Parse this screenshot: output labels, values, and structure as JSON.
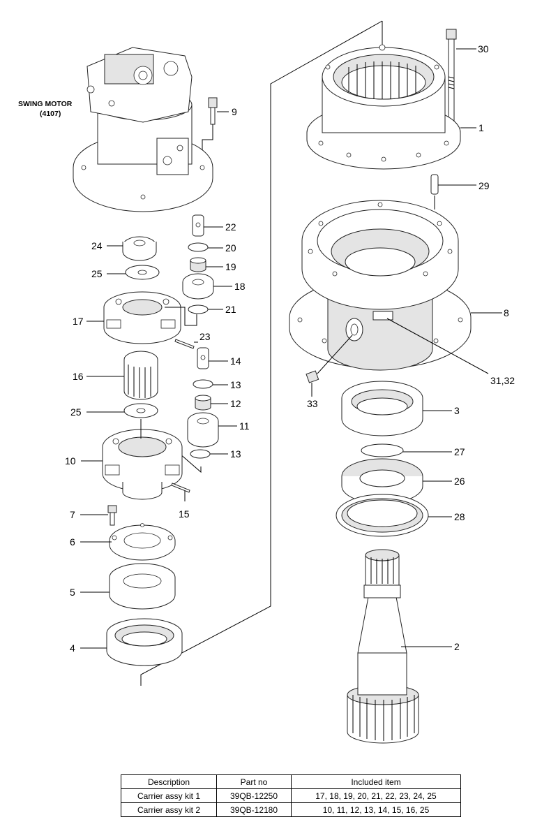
{
  "motor": {
    "caption_line1": "SWING MOTOR",
    "caption_line2": "(4107)"
  },
  "callouts": {
    "p1": "1",
    "p2": "2",
    "p3": "3",
    "p4": "4",
    "p5": "5",
    "p6": "6",
    "p7": "7",
    "p8": "8",
    "p9": "9",
    "p10": "10",
    "p11": "11",
    "p12": "12",
    "p13a": "13",
    "p13b": "13",
    "p14": "14",
    "p15": "15",
    "p16": "16",
    "p17": "17",
    "p18": "18",
    "p19": "19",
    "p20": "20",
    "p21": "21",
    "p22": "22",
    "p23": "23",
    "p24": "24",
    "p25a": "25",
    "p25b": "25",
    "p26": "26",
    "p27": "27",
    "p28": "28",
    "p29": "29",
    "p30": "30",
    "p3132": "31,32",
    "p33": "33"
  },
  "kit_table": {
    "headers": [
      "Description",
      "Part no",
      "Included item"
    ],
    "rows": [
      [
        "Carrier assy kit 1",
        "39QB-12250",
        "17, 18, 19, 20, 21, 22, 23, 24, 25"
      ],
      [
        "Carrier assy kit 2",
        "39QB-12180",
        "10, 11, 12, 13, 14, 15, 16, 25"
      ]
    ]
  }
}
